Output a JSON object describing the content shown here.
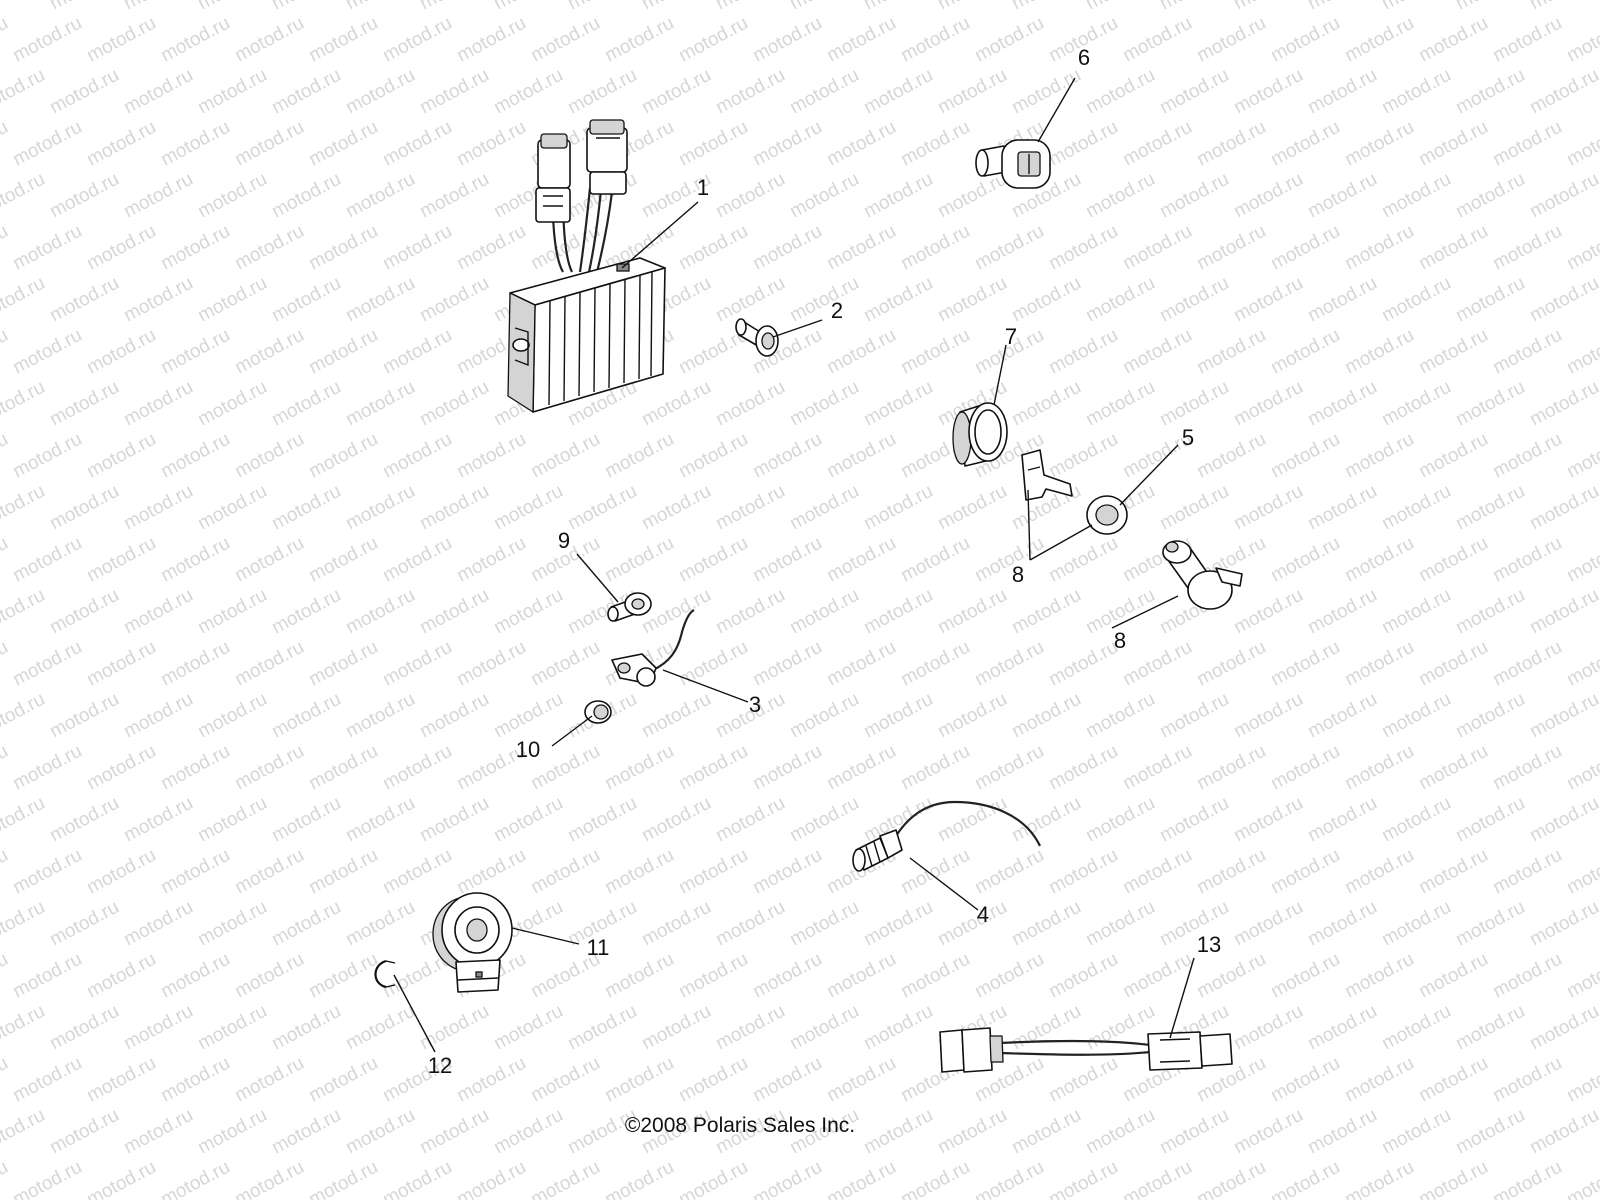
{
  "watermark": "motod.ru",
  "copyright": "©2008 Polaris Sales Inc.",
  "callouts": {
    "c1": "1",
    "c2": "2",
    "c3": "3",
    "c4": "4",
    "c5": "5",
    "c6": "6",
    "c7": "7",
    "c8a": "8",
    "c8b": "8",
    "c9": "9",
    "c10": "10",
    "c11": "11",
    "c12": "12",
    "c13": "13"
  }
}
